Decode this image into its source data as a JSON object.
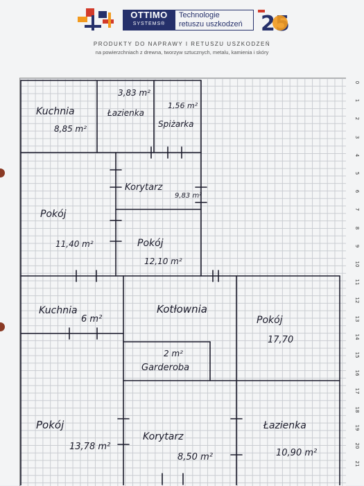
{
  "header": {
    "brand_name": "OTTIMO",
    "brand_sub": "SYSTEMS®",
    "tagline_line1": "Technologie",
    "tagline_line2": "retuszu uszkodzeń",
    "anniversary_badge": "25",
    "products_line": "PRODUKTY DO NAPRAWY I RETUSZU USZKODZEŃ",
    "materials_line": "na powierzchniach z drewna, tworzyw sztucznych, metalu, kamienia i skóry"
  },
  "ruler": {
    "ticks": [
      "0",
      "1",
      "2",
      "3",
      "4",
      "5",
      "6",
      "7",
      "8",
      "9",
      "10",
      "11",
      "12",
      "13",
      "14",
      "15",
      "16",
      "17",
      "18",
      "19",
      "20",
      "21"
    ]
  },
  "rooms": {
    "kuchnia_top": {
      "name": "Kuchnia",
      "area": "8,85 m²"
    },
    "lazienka_top": {
      "name": "Łazienka",
      "area": "3,83 m²"
    },
    "spizarka": {
      "name": "Spiżarka",
      "area": "1,56 m²"
    },
    "korytarz_top": {
      "name": "Korytarz",
      "area": "9,83 m²"
    },
    "pokoj_left_top": {
      "name": "Pokój",
      "area": "11,40 m²"
    },
    "pokoj_center_top": {
      "name": "Pokój",
      "area": "12,10 m²"
    },
    "kuchnia_bottom": {
      "name": "Kuchnia",
      "area": "6 m²"
    },
    "kotlownia": {
      "name": "Kotłownia",
      "area": ""
    },
    "pokoj_right": {
      "name": "Pokój",
      "area": "17,70"
    },
    "garderoba": {
      "name": "Garderoba",
      "area": "2 m²"
    },
    "pokoj_left_bottom": {
      "name": "Pokój",
      "area": "13,78 m²"
    },
    "korytarz_bottom": {
      "name": "Korytarz",
      "area": "8,50 m²"
    },
    "lazienka_bottom": {
      "name": "Łazienka",
      "area": "10,90 m²"
    }
  },
  "colors": {
    "brand_navy": "#25306a",
    "ink": "#1a1a2a",
    "logo_red": "#d23a2a",
    "logo_orange": "#f29a1e",
    "grid_line": "#c9ccd1",
    "binder_hole": "#8a3a25"
  }
}
